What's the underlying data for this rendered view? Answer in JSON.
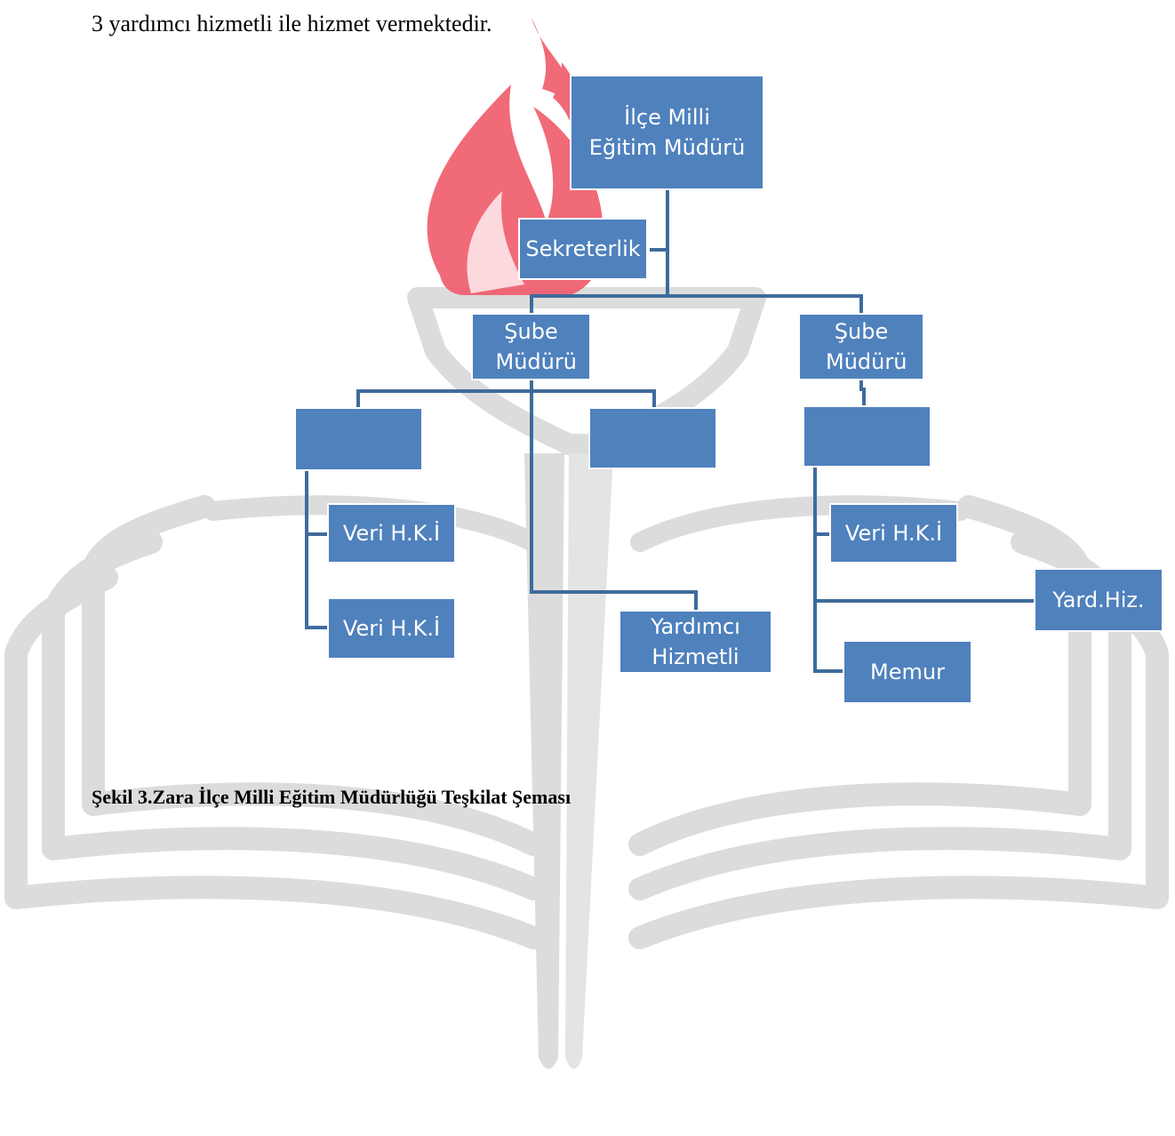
{
  "intro_text": "3 yardımcı hizmetli ile hizmet vermektedir.",
  "caption": "Şekil 3.Zara İlçe Milli Eğitim Müdürlüğü Teşkilat Şeması",
  "org_chart": {
    "director": "İlçe Milli Eğitim Müdürü",
    "secretariat": "Sekreterlik",
    "branch_manager_left": "Şube Müdürü",
    "branch_manager_right": "Şube Müdürü",
    "unit_left_a": "",
    "unit_left_b": "",
    "unit_right": "",
    "left_staff_1": "Veri H.K.İ",
    "left_staff_2": "Veri H.K.İ",
    "assistant_left": "Yardımcı Hizmetli",
    "right_staff_1": "Veri H.K.İ",
    "assistant_right": "Yard.Hiz.",
    "clerk": "Memur"
  },
  "colors": {
    "box_fill": "#4f81bd",
    "connector": "#3f6b9c",
    "watermark_flame": "#f05a6a",
    "watermark_gray": "#dcdcdc"
  },
  "icons": {
    "watermark": "torch-and-open-book-logo"
  }
}
